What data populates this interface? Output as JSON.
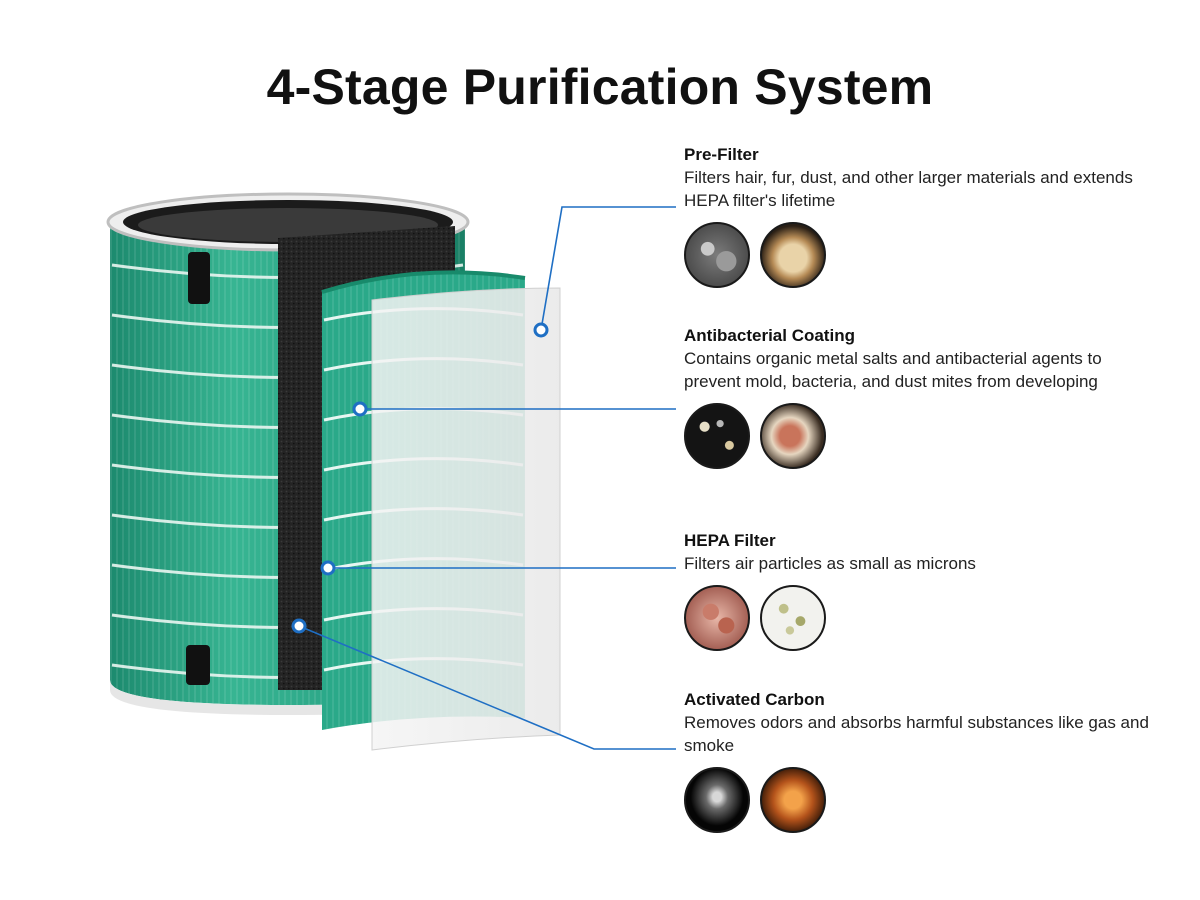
{
  "title": "4-Stage Purification System",
  "stages": [
    {
      "name": "Pre-Filter",
      "description": "Filters hair, fur, dust, and other larger materials and extends HEPA filter's lifetime",
      "thumbnails": [
        "dust-photo",
        "fur-photo"
      ]
    },
    {
      "name": "Antibacterial Coating",
      "description": "Contains organic metal salts and antibacterial agents to prevent mold, bacteria, and dust mites from developing",
      "thumbnails": [
        "mold-photo",
        "dust-mite-photo"
      ]
    },
    {
      "name": "HEPA Filter",
      "description": "Filters air particles as small as microns",
      "thumbnails": [
        "bacteria-photo",
        "particles-photo"
      ]
    },
    {
      "name": "Activated Carbon",
      "description": "Removes odors and absorbs harmful substances like gas and smoke",
      "thumbnails": [
        "smoke-photo",
        "carbon-photo"
      ]
    }
  ],
  "colors": {
    "filter_green": "#2aa989",
    "callout_blue": "#1f6fc4",
    "carbon_black": "#1e1e1e"
  }
}
